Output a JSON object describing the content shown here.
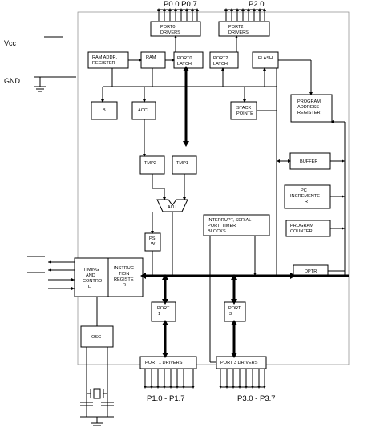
{
  "pins": {
    "p0": "P0.0    P0.7",
    "p2": "P2.0",
    "vcc": "Vcc",
    "gnd": "GND",
    "p1": "P1.0 - P1.7",
    "p3": "P3.0 - P3.7"
  },
  "blocks": {
    "port0_drivers": [
      "PORT0",
      "DRIVERS"
    ],
    "port2_drivers": [
      "PORT2",
      "DRIVERS"
    ],
    "ram_addr_register": [
      "RAM ADDR.",
      "REGISTER"
    ],
    "ram": "RAM",
    "port0_latch": [
      "PORT0",
      "LATCH"
    ],
    "port2_latch": [
      "PORT2",
      "LATCH"
    ],
    "flash": "FLASH",
    "b": "B",
    "acc": "ACC",
    "stack_pointer": [
      "STACK",
      "POINTE"
    ],
    "program_address_register": [
      "PROGRAM",
      "ADDRESS",
      "REGISTER"
    ],
    "tmp2": "TMP2",
    "tmp1": "TMP1",
    "buffer": "BUFFER",
    "pc_incrementer": [
      "PC",
      "INCREMENTE",
      "R"
    ],
    "alu": "ALU",
    "interrupt": [
      "INTERRUPT, SERIAL",
      "PORT, TIMER",
      "BLOCKS"
    ],
    "program_counter": [
      "PROGRAM",
      "COUNTER"
    ],
    "psw": [
      "PS",
      "W"
    ],
    "timing_control": [
      "TIMING",
      "AND",
      "CONTRO",
      "L"
    ],
    "instruction_register": [
      "INSTRUC",
      "TION",
      "REGISTE",
      "R"
    ],
    "dptr": "DPTR",
    "port1": [
      "PORT",
      "1"
    ],
    "port3": [
      "PORT",
      "3"
    ],
    "osc": "OSC",
    "port1_drivers": "PORT 1 DRIVERS",
    "port3_drivers": "PORT 3 DRIVERS"
  }
}
